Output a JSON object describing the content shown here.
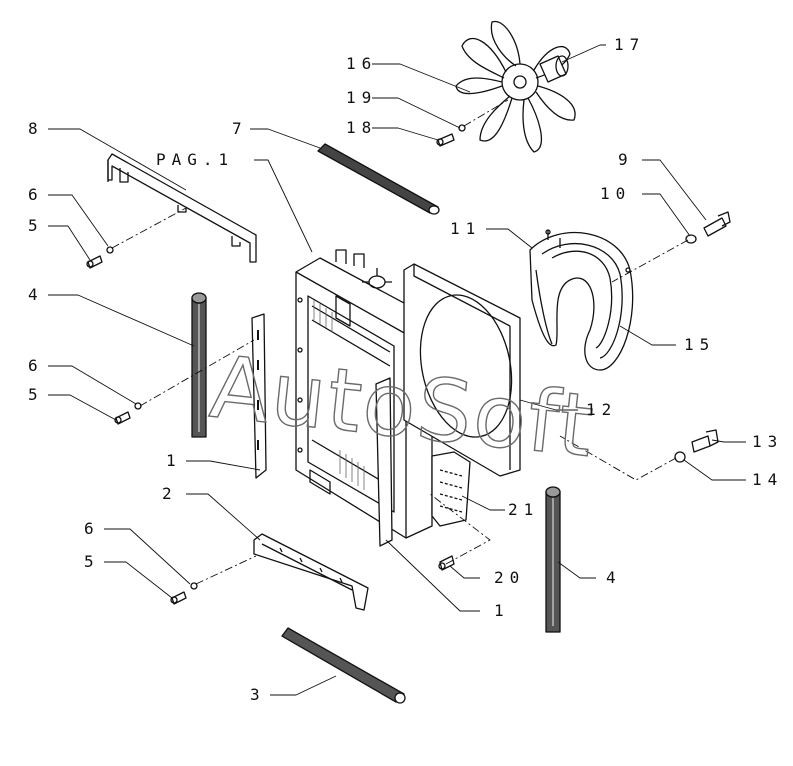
{
  "diagram": {
    "callouts": [
      {
        "id": "c8",
        "text": "8"
      },
      {
        "id": "c7",
        "text": "7"
      },
      {
        "id": "c6a",
        "text": "6"
      },
      {
        "id": "c5a",
        "text": "5"
      },
      {
        "id": "c4a",
        "text": "4"
      },
      {
        "id": "c6b",
        "text": "6"
      },
      {
        "id": "c5b",
        "text": "5"
      },
      {
        "id": "c1a",
        "text": "1"
      },
      {
        "id": "c2",
        "text": "2"
      },
      {
        "id": "c6c",
        "text": "6"
      },
      {
        "id": "c5c",
        "text": "5"
      },
      {
        "id": "c3",
        "text": "3"
      },
      {
        "id": "c16",
        "text": "16"
      },
      {
        "id": "c19",
        "text": "19"
      },
      {
        "id": "c18",
        "text": "18"
      },
      {
        "id": "c17",
        "text": "17"
      },
      {
        "id": "cpag",
        "text": "PAG.1"
      },
      {
        "id": "c9",
        "text": "9"
      },
      {
        "id": "c10",
        "text": "10"
      },
      {
        "id": "c11",
        "text": "11"
      },
      {
        "id": "c15",
        "text": "15"
      },
      {
        "id": "c12",
        "text": "12"
      },
      {
        "id": "c13",
        "text": "13"
      },
      {
        "id": "c14",
        "text": "14"
      },
      {
        "id": "c21",
        "text": "21"
      },
      {
        "id": "c20",
        "text": "20"
      },
      {
        "id": "c1b",
        "text": "1"
      },
      {
        "id": "c4b",
        "text": "4"
      }
    ],
    "watermark": "AutoSoft"
  }
}
